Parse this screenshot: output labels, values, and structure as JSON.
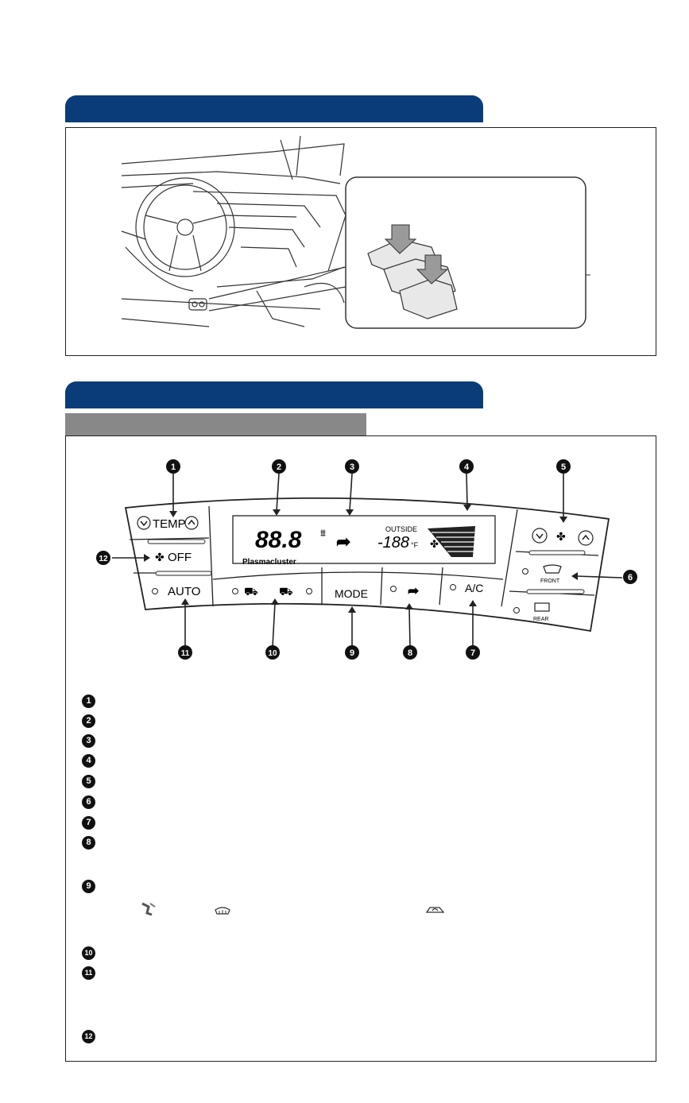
{
  "panel": {
    "temp_label": "TEMP",
    "display_temp": "88.8",
    "outside_label": "OUTSIDE",
    "outside_temp": "-188",
    "outside_unit": "°F",
    "plasmacluster_label": "Plasmacluster",
    "fan_off_label": "OFF",
    "auto_label": "AUTO",
    "mode_label": "MODE",
    "ac_label": "A/C",
    "front_label": "FRONT",
    "rear_label": "REAR"
  },
  "callouts": [
    "1",
    "2",
    "3",
    "4",
    "5",
    "6",
    "7",
    "8",
    "9",
    "10",
    "11",
    "12"
  ],
  "legend": [
    {
      "num": "1",
      "text": ""
    },
    {
      "num": "2",
      "text": ""
    },
    {
      "num": "3",
      "text": ""
    },
    {
      "num": "4",
      "text": ""
    },
    {
      "num": "5",
      "text": ""
    },
    {
      "num": "6",
      "text": ""
    },
    {
      "num": "7",
      "text": ""
    },
    {
      "num": "8",
      "text": ""
    },
    {
      "num": "9",
      "text": ""
    },
    {
      "num": "10",
      "text": ""
    },
    {
      "num": "11",
      "text": ""
    },
    {
      "num": "12",
      "text": ""
    }
  ],
  "colors": {
    "header": "#0b3c7a",
    "subheader": "#888888"
  }
}
